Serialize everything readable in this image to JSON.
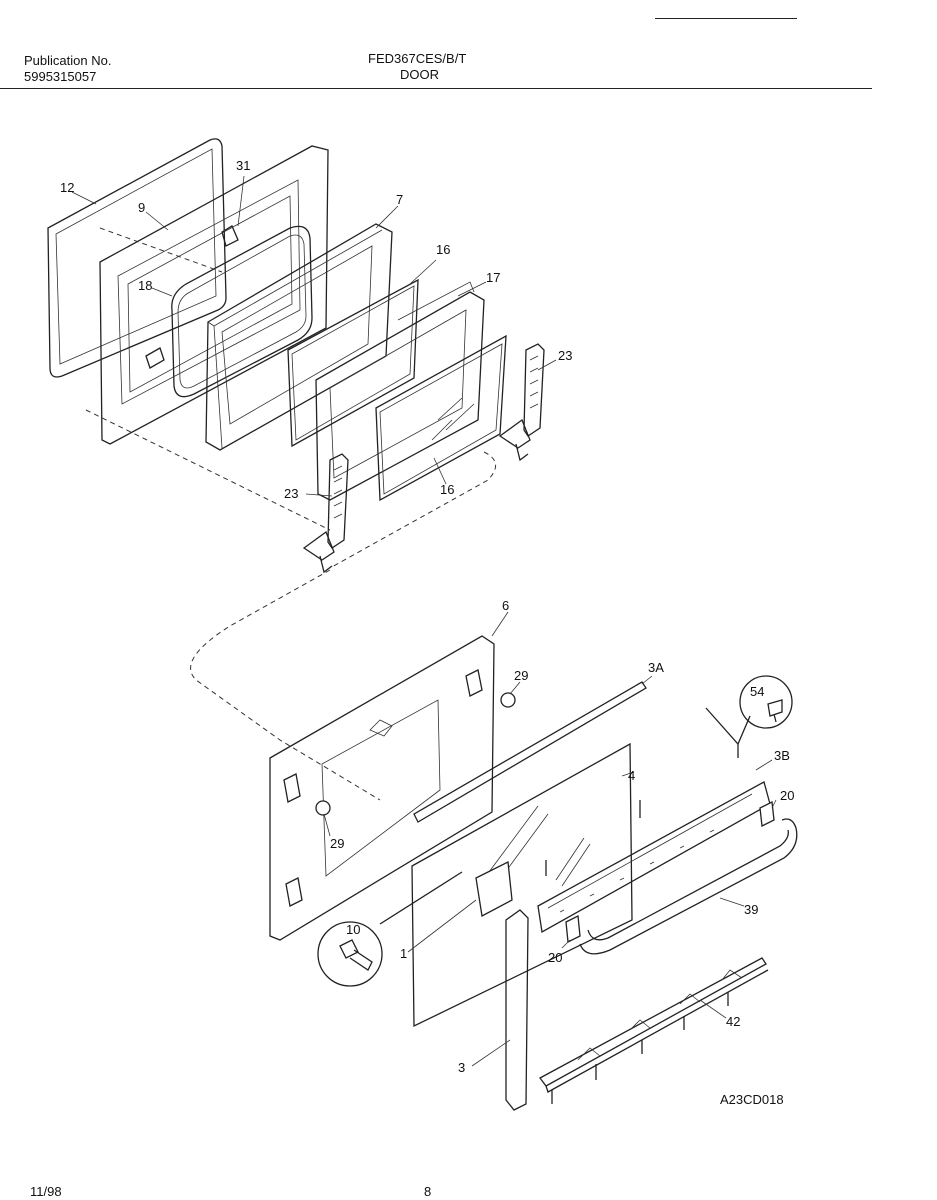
{
  "header": {
    "publication_label": "Publication No.",
    "publication_number": "5995315057",
    "model": "FED367CES/B/T",
    "section": "DOOR"
  },
  "footer": {
    "date": "11/98",
    "page": "8"
  },
  "diagram": {
    "code": "A23CD018",
    "callouts": {
      "c12": "12",
      "c9": "9",
      "c31": "31",
      "c7": "7",
      "c18": "18",
      "c16a": "16",
      "c17": "17",
      "c23a": "23",
      "c23b": "23",
      "c16b": "16",
      "c6": "6",
      "c29a": "29",
      "c3A": "3A",
      "c54": "54",
      "c3B": "3B",
      "c4": "4",
      "c20a": "20",
      "c29b": "29",
      "c10": "10",
      "c1": "1",
      "c20b": "20",
      "c39": "39",
      "c42": "42",
      "c3": "3"
    }
  }
}
